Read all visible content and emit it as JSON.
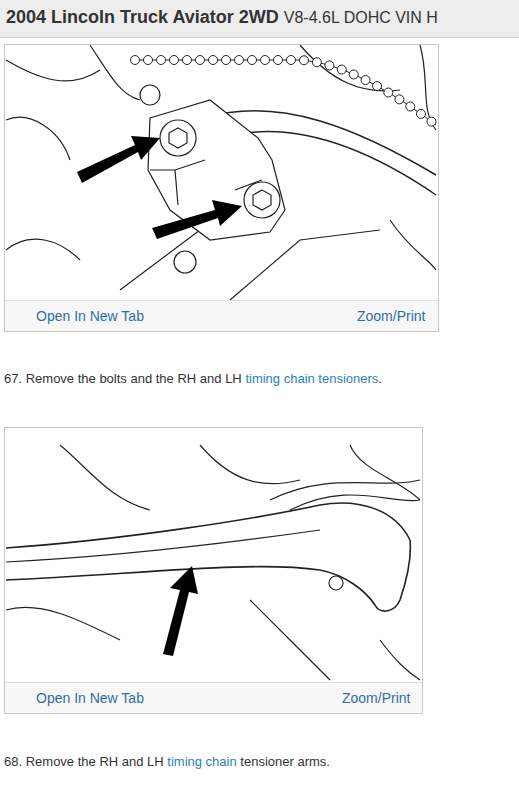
{
  "diagram": {
    "title": "2004 Lincoln Truck Aviator 2WD",
    "nodes": [
      {
        "text": [
          "Open In New Tab",
          "Zoom/Print"
        ]
      },
      {
        "text": [
          "Open In New Tab",
          "Zoom/Print"
        ]
      }
    ],
    "labels": [
      "V8-4.6L DOHC VIN H",
      "67. Remove the bolts and the RH and LH",
      "timing chain tensioners",
      ".",
      "68. Remove the RH and LH",
      "timing chain",
      "tensioner arms."
    ]
  }
}
